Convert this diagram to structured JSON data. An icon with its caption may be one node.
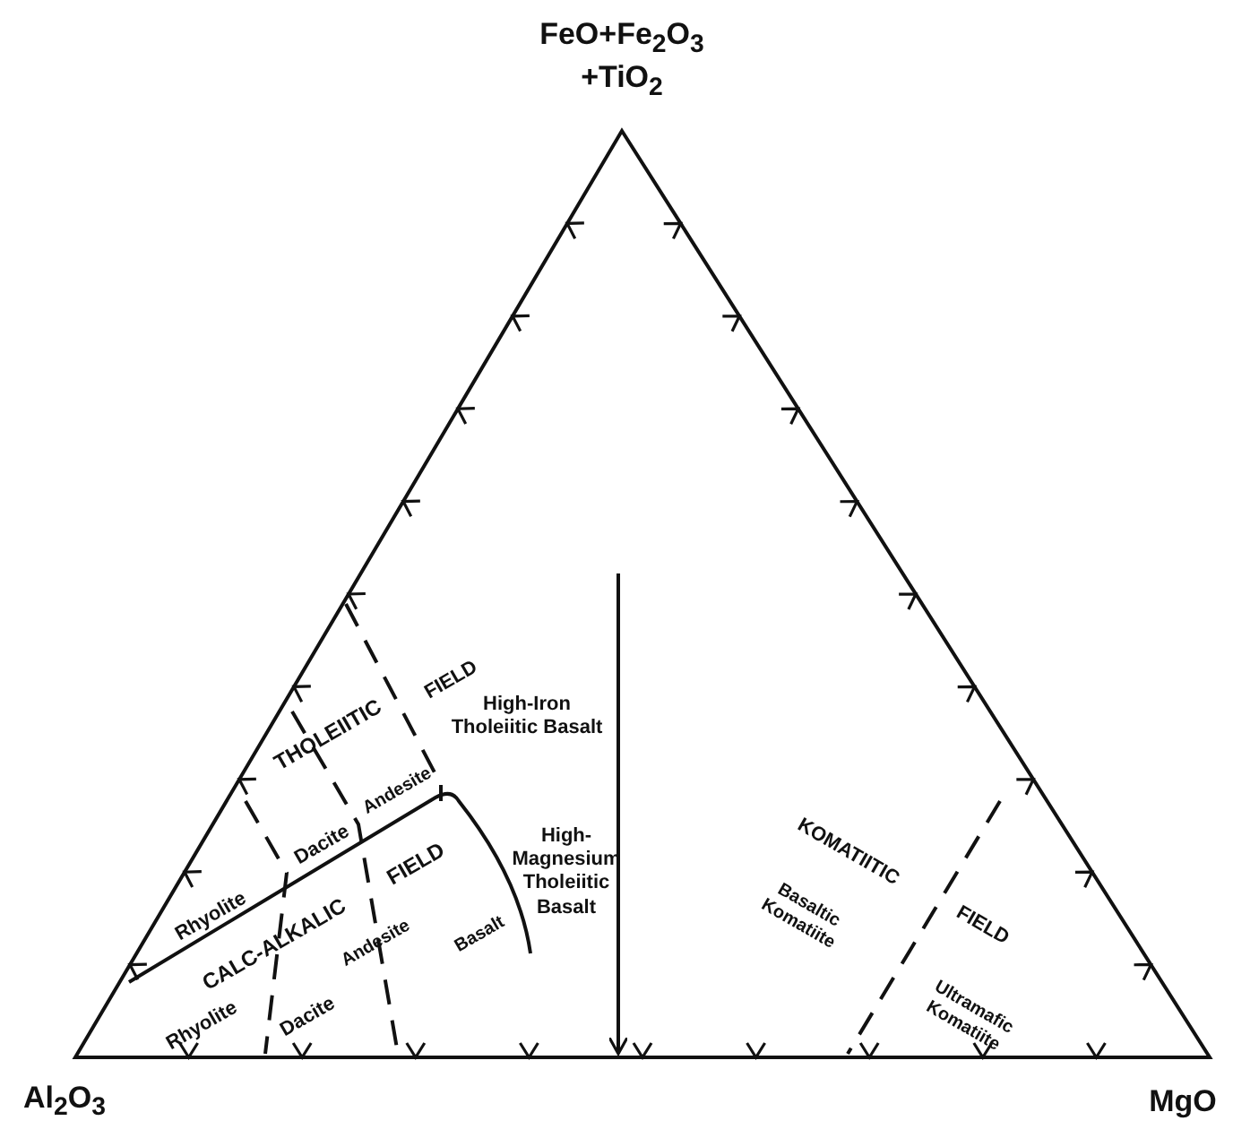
{
  "diagram": {
    "labels": [
      "FeO+Fe$_{2}$O$_{3}$ +TiO$_{2}$",
      "FIELD",
      "High-Iron Tholeiitic Basalt",
      "THOLEIITIC",
      "Andesite",
      "Dacite",
      "KOMATIITIC",
      "FIELD",
      "High-Magnesium Tholeiitic Basalt",
      "Basaltic Komatiite",
      "Rhyolite",
      "FIELD",
      "Basalt",
      "CALC-ALKALIC",
      "Andesite",
      "Dacite",
      "Ultramafic Komatiite",
      "Rhyolite",
      "Al$_{2}$O$_{3}$",
      "MgO"
    ]
  }
}
